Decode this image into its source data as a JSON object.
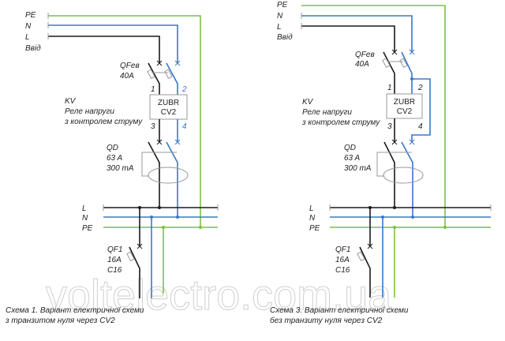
{
  "colors": {
    "L": "#1a1a1a",
    "N": "#3a78c8",
    "PE": "#7cc242",
    "device": "#999999"
  },
  "watermark": "voltelectro.com.ua",
  "schemes": [
    {
      "input_labels": {
        "pe": "PE",
        "n": "N",
        "l": "L",
        "input": "Ввід"
      },
      "input_breaker": {
        "name": "QFев",
        "rating": "40A"
      },
      "relay": {
        "designation": "KV",
        "desc_line1": "Реле напруги",
        "desc_line2": "з контролем струму",
        "box_line1": "ZUBR",
        "box_line2": "CV2",
        "terminals": [
          "1",
          "2",
          "3",
          "4"
        ]
      },
      "rcd": {
        "name": "QD",
        "rating": "63 A",
        "leakage": "300 mA"
      },
      "bus_labels": {
        "l": "L",
        "n": "N",
        "pe": "PE"
      },
      "branch_breaker": {
        "name": "QF1",
        "rating": "16A",
        "curve": "C16"
      },
      "caption_line1": "Схема 1. Варіант електричної схеми",
      "caption_line2": "з транзитом нуля через CV2"
    },
    {
      "input_labels": {
        "pe": "PE",
        "n": "N",
        "l": "L",
        "input": "Ввід"
      },
      "input_breaker": {
        "name": "QFев",
        "rating": "40A"
      },
      "relay": {
        "designation": "KV",
        "desc_line1": "Реле напруги",
        "desc_line2": "з контролем струму",
        "box_line1": "ZUBR",
        "box_line2": "CV2",
        "terminals": [
          "1",
          "2",
          "3",
          "4"
        ]
      },
      "rcd": {
        "name": "QD",
        "rating": "63 A",
        "leakage": "300 mA"
      },
      "bus_labels": {
        "l": "L",
        "n": "N",
        "pe": "PE"
      },
      "branch_breaker": {
        "name": "QF1",
        "rating": "16A",
        "curve": "C16"
      },
      "caption_line1": "Схема 3. Варіант електричної схеми",
      "caption_line2": "без транзиту нуля через CV2"
    }
  ]
}
